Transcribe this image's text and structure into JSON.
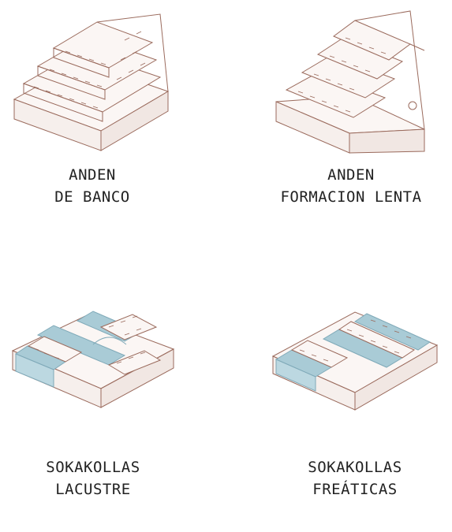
{
  "items": [
    {
      "line1": "ANDEN",
      "line2": "DE BANCO",
      "illustration": "terrace-bench-illustration"
    },
    {
      "line1": "ANDEN",
      "line2": "FORMACION LENTA",
      "illustration": "terrace-slow-formation-illustration"
    },
    {
      "line1": "SOKAKOLLAS",
      "line2": "LACUSTRE",
      "illustration": "sokakollas-lacustrine-illustration"
    },
    {
      "line1": "SOKAKOLLAS",
      "line2": "FREÁTICAS",
      "illustration": "sokakollas-phreatic-illustration"
    }
  ],
  "colors": {
    "line": "#9a6a5c",
    "water": "#a9cbd6",
    "water_edge": "#7fa9b8",
    "text": "#222222"
  }
}
